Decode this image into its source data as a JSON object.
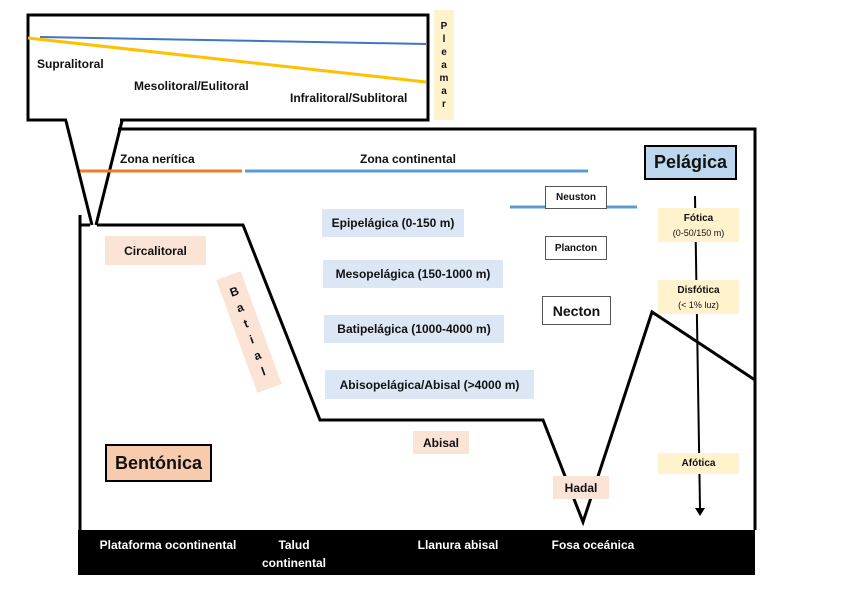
{
  "callout": {
    "zones": [
      "Supralitoral",
      "Mesolitoral/Eulitoral",
      "Infralitoral/Sublitoral"
    ],
    "tide_label_letters": [
      "P",
      "l",
      "e",
      "a",
      "m",
      "a",
      "r"
    ],
    "tide_label": "Pleamar"
  },
  "horizontal_zones": {
    "neritic": "Zona nerítica",
    "continental": "Zona continental"
  },
  "domains": {
    "pelagic": "Pelágica",
    "benthic": "Bentónica"
  },
  "pelagic_zones": [
    "Epipelágica (0-150 m)",
    "Mesopelágica (150-1000 m)",
    "Batipelágica (1000-4000 m)",
    "Abisopelágica/Abisal (>4000 m)"
  ],
  "organisms": {
    "neuston": "Neuston",
    "plancton": "Plancton",
    "necton": "Necton"
  },
  "benthic_zones": {
    "circalitoral": "Circalitoral",
    "batial_letters": [
      "B",
      "a",
      "t",
      "i",
      "a",
      "l"
    ],
    "batial": "Batial",
    "abisal": "Abisal",
    "hadal": "Hadal"
  },
  "light_zones": [
    {
      "name": "Fótica",
      "detail": "(0-50/150 m)"
    },
    {
      "name": "Disfótica",
      "detail": "(< 1% luz)"
    },
    {
      "name": "Afótica",
      "detail": ""
    }
  ],
  "seafloor_regions": [
    "Plataforma ocontinental",
    "Talud continental",
    "Llanura abisal",
    "Fosa oceánica"
  ],
  "colors": {
    "neritic_line": "#ed7d31",
    "continental_line": "#5b9bd5",
    "high_tide_line": "#4472c4",
    "low_tide_line": "#ffc000",
    "pelagic_fill": "#bdd7ee",
    "benthic_fill": "#f8cbad"
  }
}
